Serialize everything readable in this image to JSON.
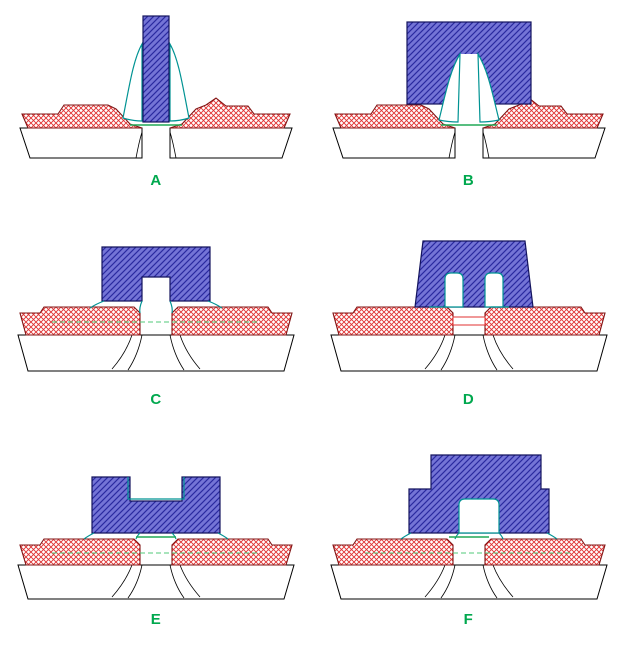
{
  "figure": {
    "panels": [
      {
        "id": "A",
        "label": "A"
      },
      {
        "id": "B",
        "label": "B"
      },
      {
        "id": "C",
        "label": "C"
      },
      {
        "id": "D",
        "label": "D"
      },
      {
        "id": "E",
        "label": "E"
      },
      {
        "id": "F",
        "label": "F"
      }
    ]
  },
  "colors": {
    "background": "#ffffff",
    "gate_fill": "#7474d6",
    "gate_hatch": "#2a2aa0",
    "gate_outline": "#14145e",
    "sd_hatch": "#e03232",
    "sd_outline": "#801414",
    "substrate_outline": "#000000",
    "liner_teal": "#009393",
    "channel_green": "#21a957",
    "dash_green": "#52c878",
    "label_green": "#00a84e"
  }
}
